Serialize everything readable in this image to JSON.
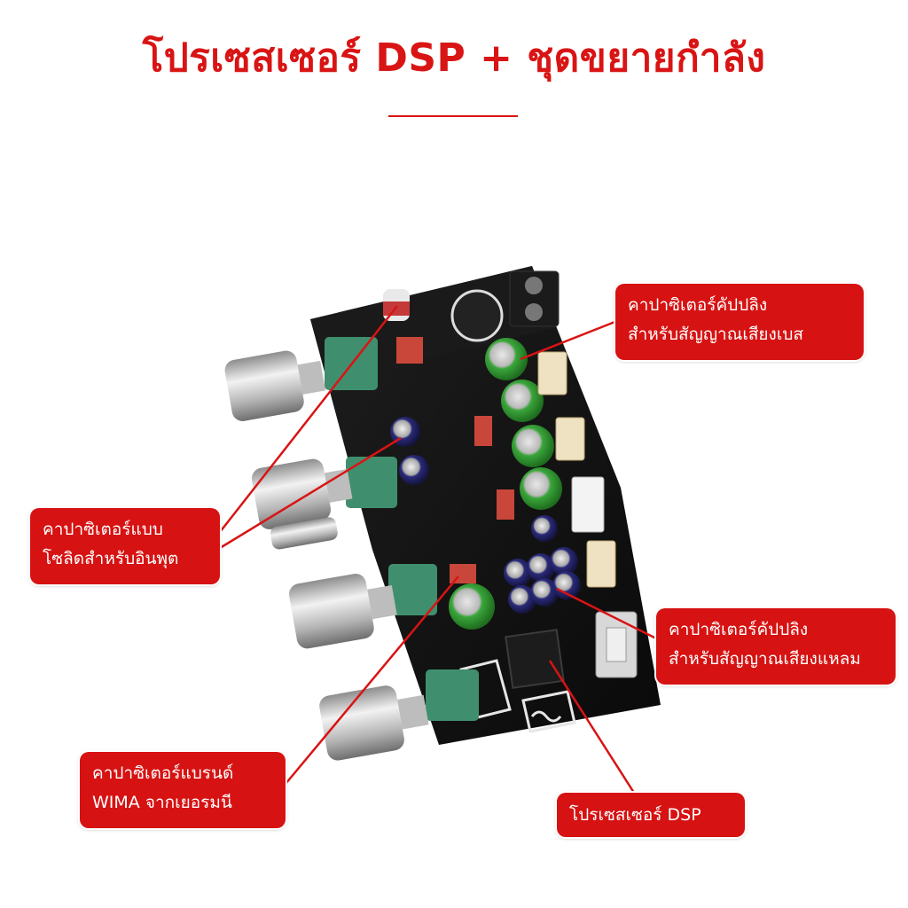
{
  "title": "โปรเซสเซอร์ DSP + ชุดขยายกำลัง",
  "callouts": {
    "coupling_bass": {
      "line1": "คาปาซิเตอร์คัปปลิง",
      "line2": "สำหรับสัญญาณเสียงเบส"
    },
    "solid_input": {
      "line1": "คาปาซิเตอร์แบบ",
      "line2": "โซลิดสำหรับอินพุต"
    },
    "coupling_treble": {
      "line1": "คาปาซิเตอร์คัปปลิง",
      "line2": "สำหรับสัญญาณเสียงแหลม"
    },
    "wima": {
      "line1": "คาปาซิเตอร์แบรนด์",
      "line2": "WIMA จากเยอรมนี"
    },
    "dsp": {
      "line1": "โปรเซสเซอร์ DSP"
    }
  },
  "colors": {
    "accent": "#d91414",
    "board": "#121212",
    "capacitor_green": "#3aa53a",
    "capacitor_blue": "#23236b",
    "wima_green": "#3f8f6e",
    "silver": "#c8c8c8"
  }
}
